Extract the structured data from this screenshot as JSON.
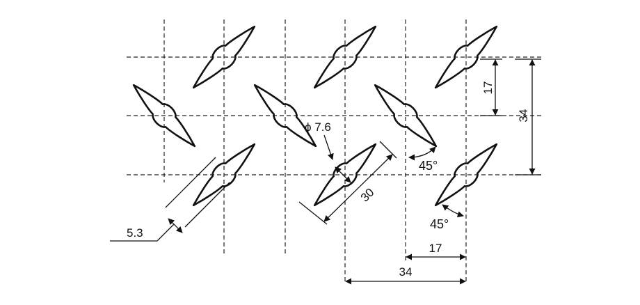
{
  "labels": {
    "spacing_h_half": "17",
    "spacing_h_full": "34",
    "spacing_v_half": "17",
    "spacing_v_full": "34",
    "angle_upper": "45°",
    "angle_lower": "45°",
    "diameter": "ϕ 7.6",
    "length": "30",
    "width": "5.3"
  },
  "colors": {
    "line": "#111111",
    "background": "#ffffff"
  }
}
